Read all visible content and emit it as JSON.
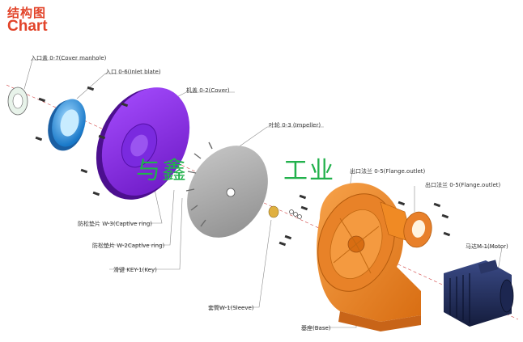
{
  "header": {
    "title_cn": "结构图",
    "title_en": "Chart"
  },
  "parts": {
    "cover_manhole": "入口盖 0-7(Cover manhole)",
    "inlet_blate": "入口 0-6(Inlet blate)",
    "cover": "机盖 0-2(Cover)",
    "impeller": "叶轮 0-3 (Impeller)",
    "flange_outlet_a": "出口法兰 0-5(Flange.outlet)",
    "flange_outlet_b": "出口法兰 0-5(Flange.outlet)",
    "captive_ring_1": "防松垫片 W-3(Captlve ring)",
    "captive_ring_2": "防松垫片 W-2Captlve ring)",
    "key": "滑键 KEY-1(Key)",
    "sleeve": "套筒W-1(Sleeve)",
    "base": "基座(Base)",
    "motor": "马达M-1(Motor)"
  },
  "watermark": {
    "left": "与鑫",
    "right": "工业"
  },
  "colors": {
    "title": "#e2442a",
    "cover": "#8a2be2",
    "inlet": "#1e90ff",
    "impeller": "#9e9e9e",
    "base": "#f08a24",
    "motor": "#22305e",
    "watermark": "#22b14c",
    "leader": "#888888"
  }
}
